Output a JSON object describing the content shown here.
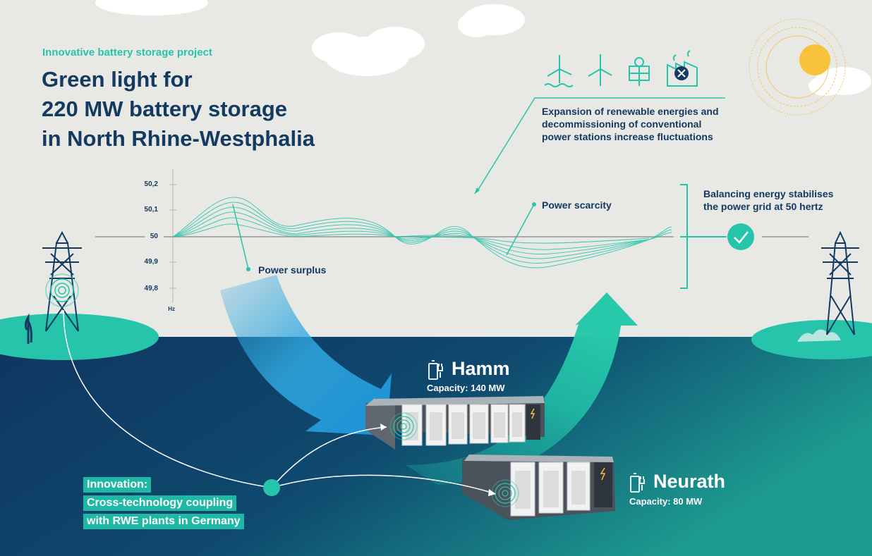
{
  "kicker": "Innovative battery storage project",
  "title": {
    "line1": "Green light for",
    "line2": "220 MW battery storage",
    "line3": "in North Rhine-Westphalia"
  },
  "expansion_note": {
    "line1": "Expansion of renewable energies and",
    "line2": "decommissioning of conventional",
    "line3": "power stations increase fluctuations"
  },
  "balancing_note": {
    "line1": "Balancing energy stabilises",
    "line2": "the power grid at 50 hertz"
  },
  "frequency_axis": {
    "ticks": [
      "50,2",
      "50,1",
      "50",
      "49,9",
      "49,8"
    ],
    "unit": "Hz"
  },
  "labels": {
    "power_surplus": "Power surplus",
    "power_scarcity": "Power scarcity"
  },
  "sites": {
    "hamm": {
      "name": "Hamm",
      "capacity": "Capacity: 140 MW"
    },
    "neurath": {
      "name": "Neurath",
      "capacity": "Capacity: 80 MW"
    }
  },
  "innovation": {
    "line1": "Innovation:",
    "line2": "Cross-technology coupling",
    "line3": "with RWE plants in Germany"
  },
  "icons": [
    "offshore-wind-turbine-icon",
    "wind-turbine-icon",
    "solar-panel-icon",
    "power-station-decommissioned-icon",
    "battery-plug-icon",
    "power-pylon-icon",
    "checkmark-icon",
    "sun-icon",
    "cloud-icon"
  ],
  "colors": {
    "navy": "#143a62",
    "teal": "#27c4ac",
    "dark_sea": "#0d3a66",
    "blue_arrow": "#2aa6e0",
    "green_arrow": "#22c2a8"
  }
}
